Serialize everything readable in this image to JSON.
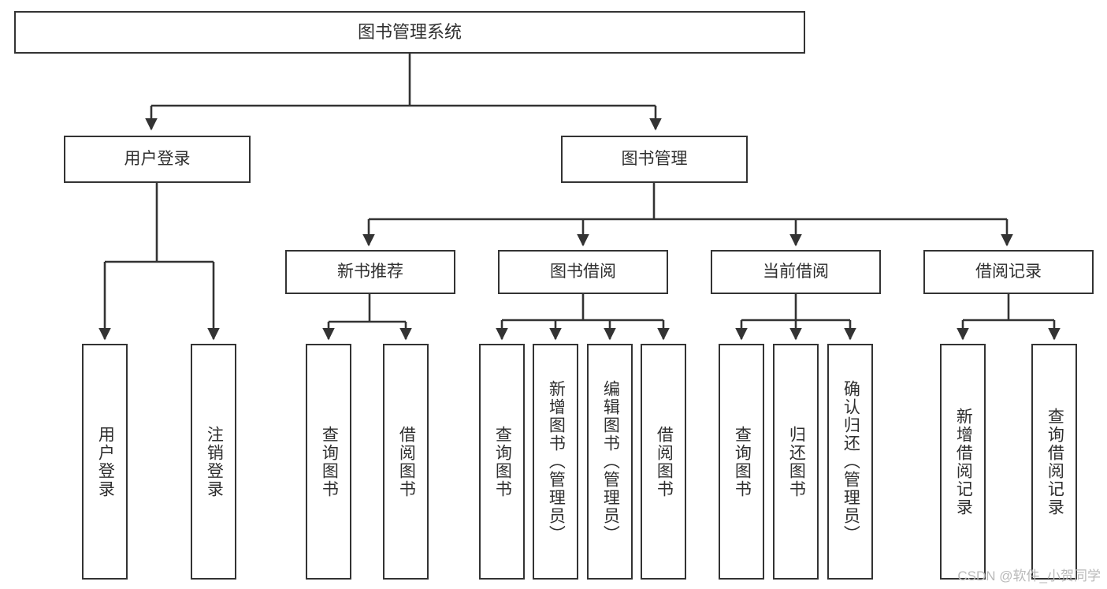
{
  "diagram": {
    "title": "图书管理系统",
    "type": "function-hierarchy-tree",
    "orientation": "top-down",
    "box_border_color": "#333333",
    "text_color": "#2f2f2f",
    "background_color": "#ffffff"
  },
  "nodes": {
    "root": {
      "label": "图书管理系统"
    },
    "level2": [
      {
        "label": "用户登录"
      },
      {
        "label": "图书管理"
      }
    ],
    "level3": [
      {
        "label": "新书推荐"
      },
      {
        "label": "图书借阅"
      },
      {
        "label": "当前借阅"
      },
      {
        "label": "借阅记录"
      }
    ],
    "leaves": {
      "user_login": [
        {
          "label": "用户登录"
        },
        {
          "label": "注销登录"
        }
      ],
      "new_book_recommend": [
        {
          "label": "查询图书"
        },
        {
          "label": "借阅图书"
        }
      ],
      "book_borrow": [
        {
          "label": "查询图书"
        },
        {
          "label": "新增图书（管理员）"
        },
        {
          "label": "编辑图书（管理员）"
        },
        {
          "label": "借阅图书"
        }
      ],
      "current_borrow": [
        {
          "label": "查询图书"
        },
        {
          "label": "归还图书"
        },
        {
          "label": "确认归还（管理员）"
        }
      ],
      "borrow_record": [
        {
          "label": "新增借阅记录"
        },
        {
          "label": "查询借阅记录"
        }
      ]
    }
  },
  "watermark": {
    "text": "CSDN @软件_小贺同学"
  }
}
